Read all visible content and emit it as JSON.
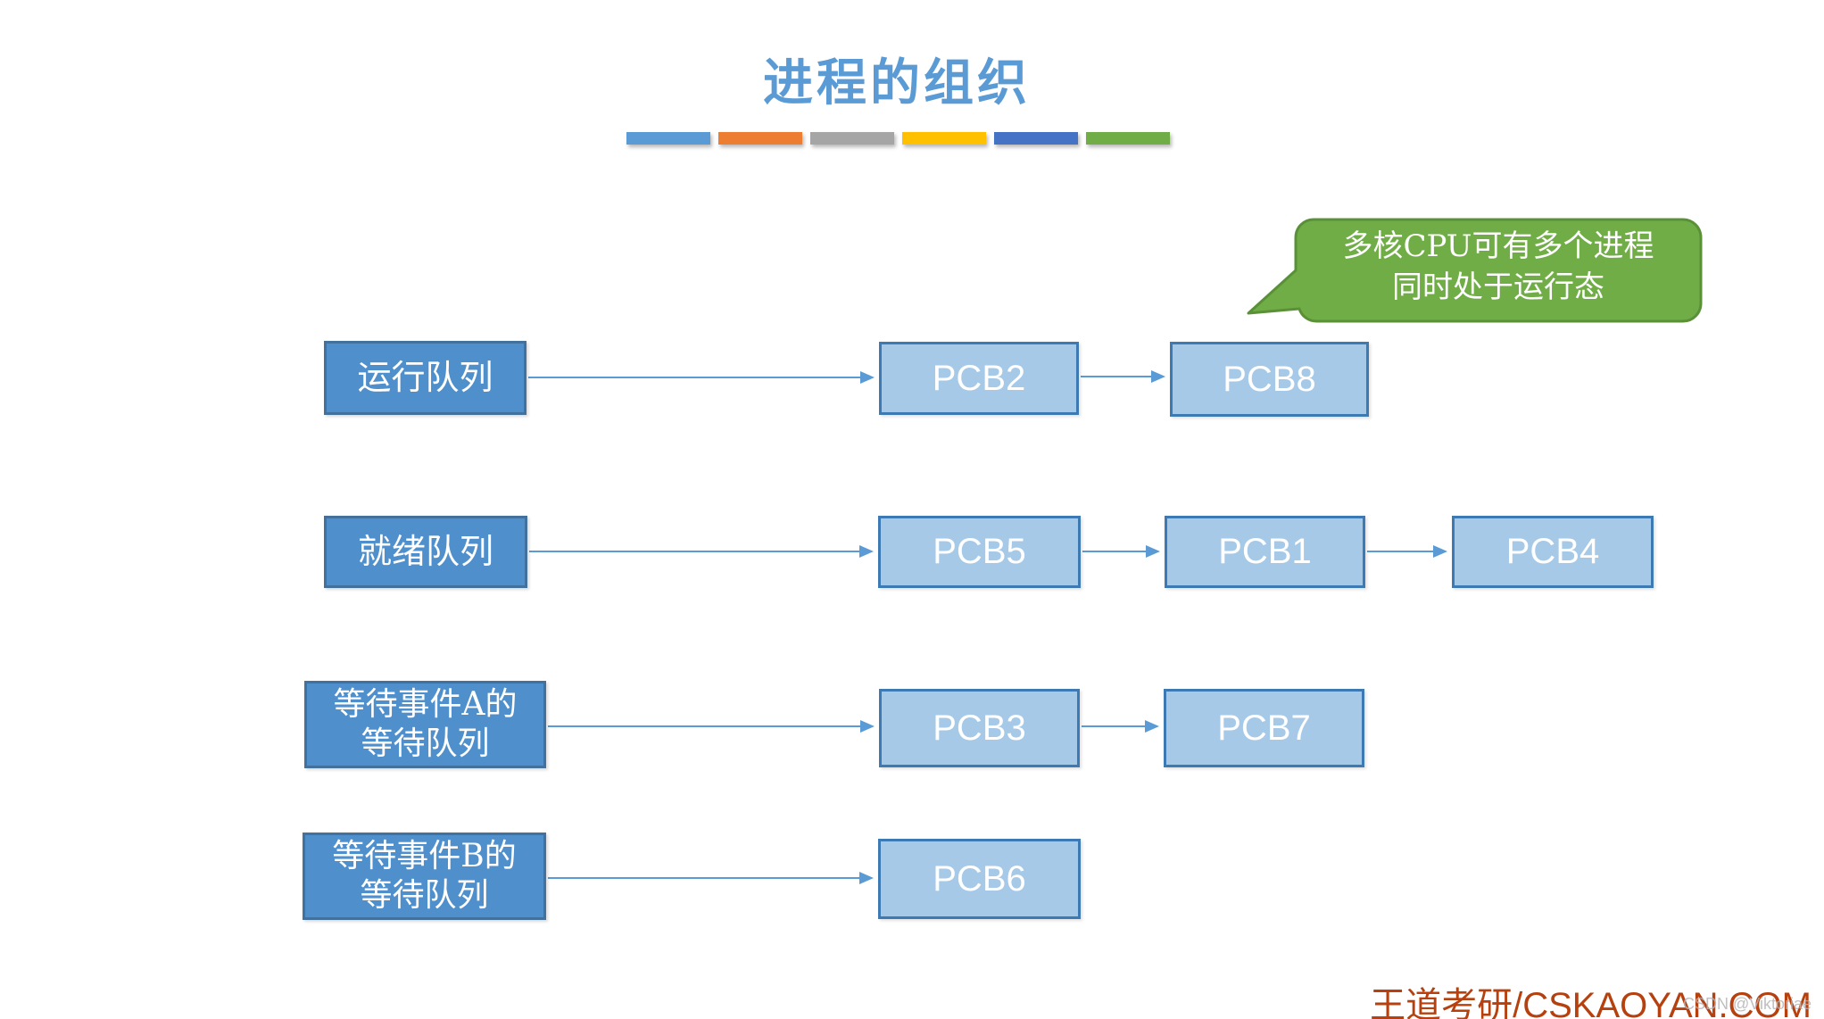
{
  "title": "进程的组织",
  "divider_colors": [
    "#5B9BD5",
    "#ED7D31",
    "#A5A5A5",
    "#FFC000",
    "#4472C4",
    "#70AD47"
  ],
  "callout": {
    "line1": "多核CPU可有多个进程",
    "line2": "同时处于运行态",
    "fill": "#70AD47",
    "border": "#5A9138"
  },
  "queues": [
    {
      "lines": [
        "运行队列"
      ],
      "pcbs": [
        "PCB2",
        "PCB8"
      ]
    },
    {
      "lines": [
        "就绪队列"
      ],
      "pcbs": [
        "PCB5",
        "PCB1",
        "PCB4"
      ]
    },
    {
      "lines": [
        "等待事件A的",
        "等待队列"
      ],
      "pcbs": [
        "PCB3",
        "PCB7"
      ]
    },
    {
      "lines": [
        "等待事件B的",
        "等待队列"
      ],
      "pcbs": [
        "PCB6"
      ]
    }
  ],
  "colors": {
    "title": "#5B9BD5",
    "queue_box_fill": "#4F8FCB",
    "queue_box_border": "#41719C",
    "pcb_box_fill": "#A6C9E8",
    "pcb_box_border": "#3D79B3",
    "arrow": "#5B9BD5",
    "brand_red": "#B6410F",
    "watermark_gray": "#B4B4B4"
  },
  "watermark": {
    "brand": "王道考研/CSKAOYAN.COM",
    "user": "CSDN @Viktoriae"
  }
}
